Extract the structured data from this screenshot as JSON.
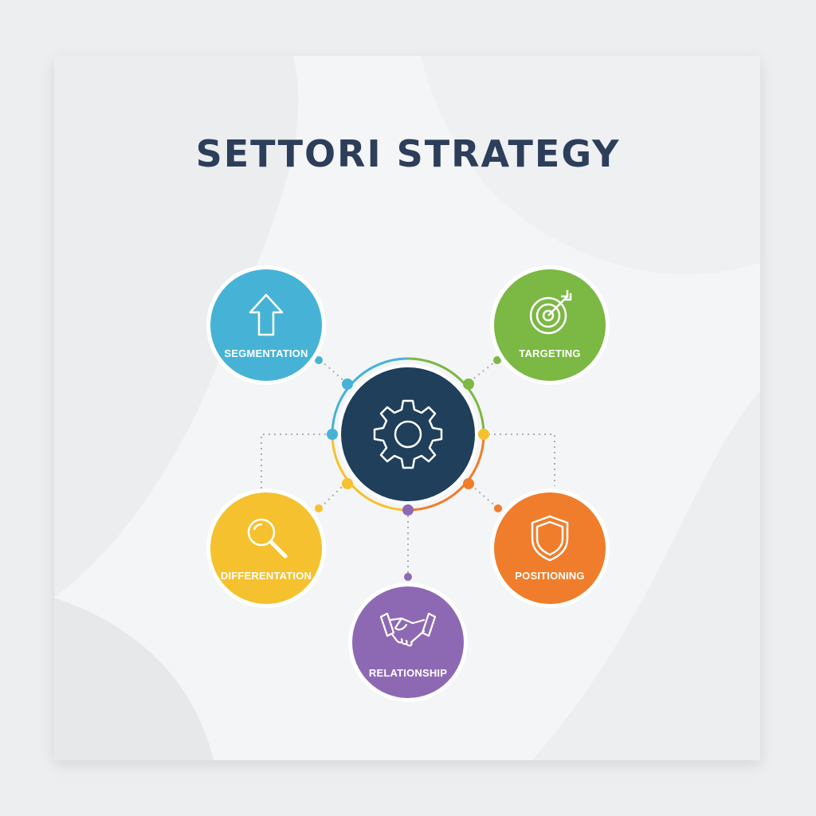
{
  "title": "SETTORI STRATEGY",
  "center": {
    "icon": "gear-icon",
    "color": "#1f3f5b"
  },
  "nodes": [
    {
      "id": "segmentation",
      "label": "SEGMENTATION",
      "icon": "arrow-up-icon",
      "color": "#46b3d6"
    },
    {
      "id": "targeting",
      "label": "TARGETING",
      "icon": "target-icon",
      "color": "#7bb844"
    },
    {
      "id": "differentation",
      "label": "DIFFERENTATION",
      "icon": "magnifier-icon",
      "color": "#f5c12e"
    },
    {
      "id": "positioning",
      "label": "POSITIONING",
      "icon": "shield-icon",
      "color": "#ef7d2b"
    },
    {
      "id": "relationship",
      "label": "RELATIONSHIP",
      "icon": "handshake-icon",
      "color": "#8e69b3"
    }
  ]
}
